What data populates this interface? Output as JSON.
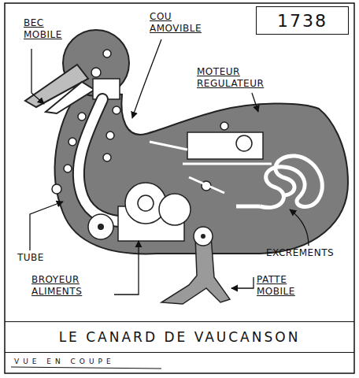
{
  "diagram": {
    "nodes": [
      {
        "text": [
          "1738"
        ]
      },
      {
        "text": [
          "LE CANARD DE VAUCANSON"
        ]
      }
    ],
    "edges": [],
    "labels": [
      "BEC MOBILE",
      "COU AMOVIBLE",
      "MOTEUR REGULATEUR",
      "TUBE",
      "BROYEUR ALIMENTS",
      "EXCRÉMENTS",
      "PATTE MOBILE",
      "VUE EN COUPE"
    ]
  }
}
